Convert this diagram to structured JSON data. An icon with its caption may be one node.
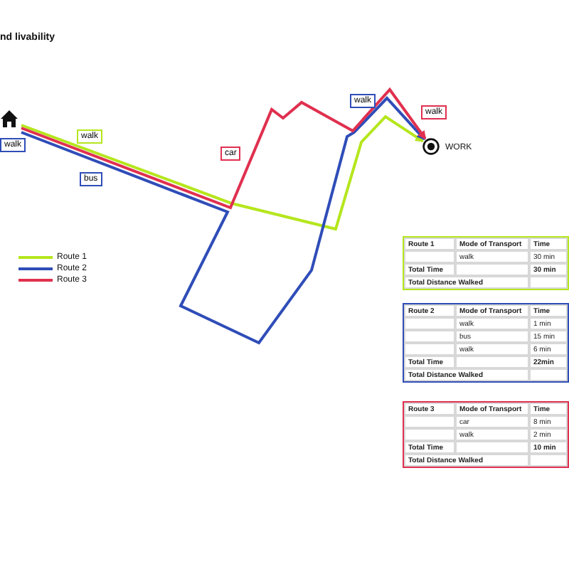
{
  "diagram": {
    "title": "nd livability",
    "nodes": [
      {
        "text": [],
        "shape": "house"
      },
      {
        "text": [],
        "shape": "circle",
        "beside": [
          "WORK"
        ]
      }
    ],
    "edges": [
      {
        "from": 0,
        "to": 1,
        "arrow": "to",
        "color": "#b5e61d"
      },
      {
        "from": 0,
        "to": 1,
        "arrow": "to",
        "color": "#2f4db8"
      },
      {
        "from": 0,
        "to": 1,
        "arrow": "to",
        "color": "#e0304f"
      }
    ],
    "labels": [
      "walk",
      "walk",
      "walk",
      "walk",
      "car",
      "bus",
      "Route 1",
      "Mode of Transport",
      "Time",
      "walk",
      "30 min",
      "Total Time",
      "30 min",
      "Total Distance Walked",
      "Route 2",
      "Mode of Transport",
      "Time",
      "walk",
      "1 min",
      "bus",
      "15 min",
      "walk",
      "6 min",
      "Total Time",
      "22min",
      "Total Distance Walked",
      "Route 3",
      "Mode of Transport",
      "Time",
      "car",
      "8 min",
      "walk",
      "2 min",
      "Total Time",
      "10 min",
      "Total Distance Walked"
    ],
    "legend": [
      {
        "text": "Route 1"
      },
      {
        "text": "Route 2"
      },
      {
        "text": "Route 3"
      }
    ]
  }
}
